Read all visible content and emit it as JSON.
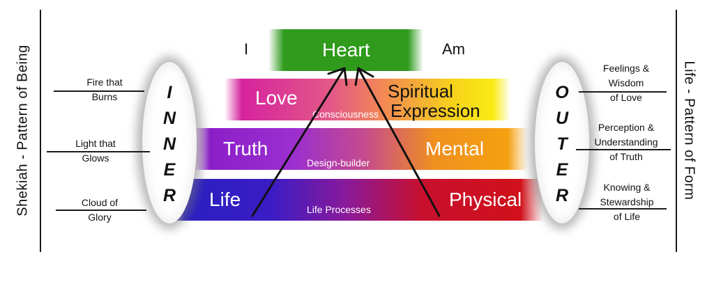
{
  "titles": {
    "left": "Shekiah - Pattern of Being",
    "right": "Life - Pattern of Form"
  },
  "top_row": {
    "left_word": "I",
    "center": "Heart",
    "right_word": "Am"
  },
  "bands": [
    {
      "left": "Love",
      "center": "Consciousness",
      "right_line1": "Spiritual",
      "right_line2": "Expression"
    },
    {
      "left": "Truth",
      "center": "Design-builder",
      "right": "Mental"
    },
    {
      "left": "Life",
      "center": "Life Processes",
      "right": "Physical"
    }
  ],
  "inner_letters": [
    "I",
    "N",
    "N",
    "E",
    "R"
  ],
  "outer_letters": [
    "O",
    "U",
    "T",
    "E",
    "R"
  ],
  "left_labels": [
    {
      "line1": "Fire that",
      "line2": "Burns"
    },
    {
      "line1": "Light that",
      "line2": "Glows"
    },
    {
      "line1": "Cloud of",
      "line2": "Glory"
    }
  ],
  "right_labels": [
    {
      "line1": "Feelings &",
      "line2": "Wisdom",
      "line3": "of Love"
    },
    {
      "line1": "Perception &",
      "line2": "Understanding",
      "line3": "of Truth"
    },
    {
      "line1": "Knowing &",
      "line2": "Stewardship",
      "line3": "of Life"
    }
  ],
  "colors": {
    "heart": "#2f9a1c",
    "love": "#d6239f",
    "spiritual": "#f9ec16",
    "truth": "#8c1ec8",
    "mental": "#f5a010",
    "life": "#2a1fc0",
    "physical": "#d0101a"
  }
}
